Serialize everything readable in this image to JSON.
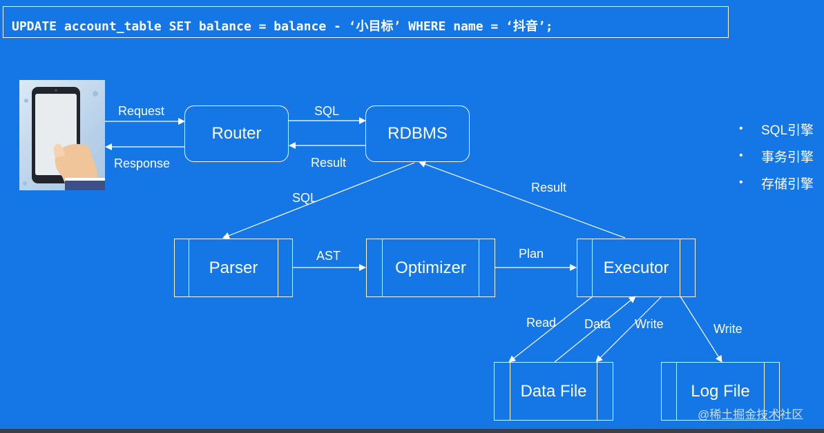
{
  "sql_statement": "UPDATE account_table SET balance = balance - ‘小目标’ WHERE name = ‘抖音’;",
  "nodes": {
    "router": "Router",
    "rdbms": "RDBMS",
    "parser": "Parser",
    "optimizer": "Optimizer",
    "executor": "Executor",
    "data_file": "Data File",
    "log_file": "Log File"
  },
  "edge_labels": {
    "request": "Request",
    "response": "Response",
    "sql_top": "SQL",
    "result_top": "Result",
    "sql_mid": "SQL",
    "result_mid": "Result",
    "ast": "AST",
    "plan": "Plan",
    "read": "Read",
    "data": "Data",
    "write1": "Write",
    "write2": "Write"
  },
  "bullets": [
    "SQL引擎",
    "事务引擎",
    "存储引擎"
  ],
  "watermark": "@稀土掘金技术社区",
  "colors": {
    "background": "#1577E6",
    "stroke": "#ffffff"
  },
  "icons": {
    "client": "smartphone-in-hand-icon"
  }
}
